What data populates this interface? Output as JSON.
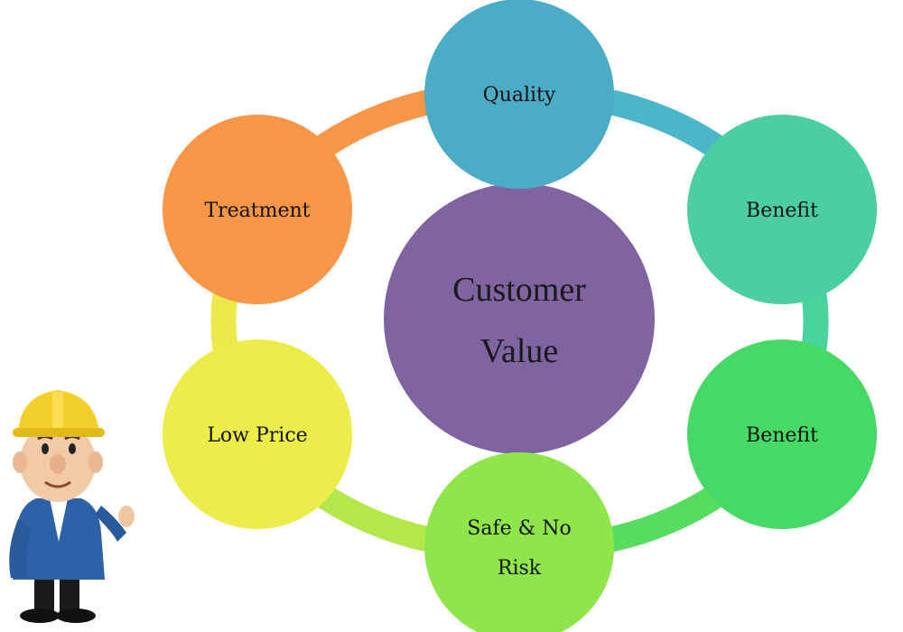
{
  "diagram": {
    "type": "cycle",
    "center": {
      "line1": "Customer",
      "line2": "Value",
      "color": "#8064a2"
    },
    "nodes": [
      {
        "id": "quality",
        "lines": [
          "Quality"
        ],
        "color": "#4bacc6"
      },
      {
        "id": "benefit-1",
        "lines": [
          "Benefit"
        ],
        "color": "#4bcfa1"
      },
      {
        "id": "benefit-2",
        "lines": [
          "Benefit"
        ],
        "color": "#46d966"
      },
      {
        "id": "safe",
        "lines": [
          "Safe & No",
          "Risk"
        ],
        "color": "#8ee64a"
      },
      {
        "id": "low-price",
        "lines": [
          "Low Price"
        ],
        "color": "#ecec4a"
      },
      {
        "id": "treatment",
        "lines": [
          "Treatment"
        ],
        "color": "#f79646"
      }
    ],
    "connectors": [
      {
        "from": "quality",
        "to": "benefit-1",
        "color": "#4bb6c8"
      },
      {
        "from": "benefit-1",
        "to": "benefit-2",
        "color": "#48d49c"
      },
      {
        "from": "benefit-2",
        "to": "safe",
        "color": "#56dc5e"
      },
      {
        "from": "safe",
        "to": "low-price",
        "color": "#b4e84a"
      },
      {
        "from": "low-price",
        "to": "treatment",
        "color": "#ece94a"
      },
      {
        "from": "treatment",
        "to": "quality",
        "color": "#f79646"
      }
    ]
  },
  "mascot": {
    "icon": "construction-worker-mascot",
    "helmet_color": "#f2cf2a",
    "shirt_color": "#2d62a8"
  }
}
